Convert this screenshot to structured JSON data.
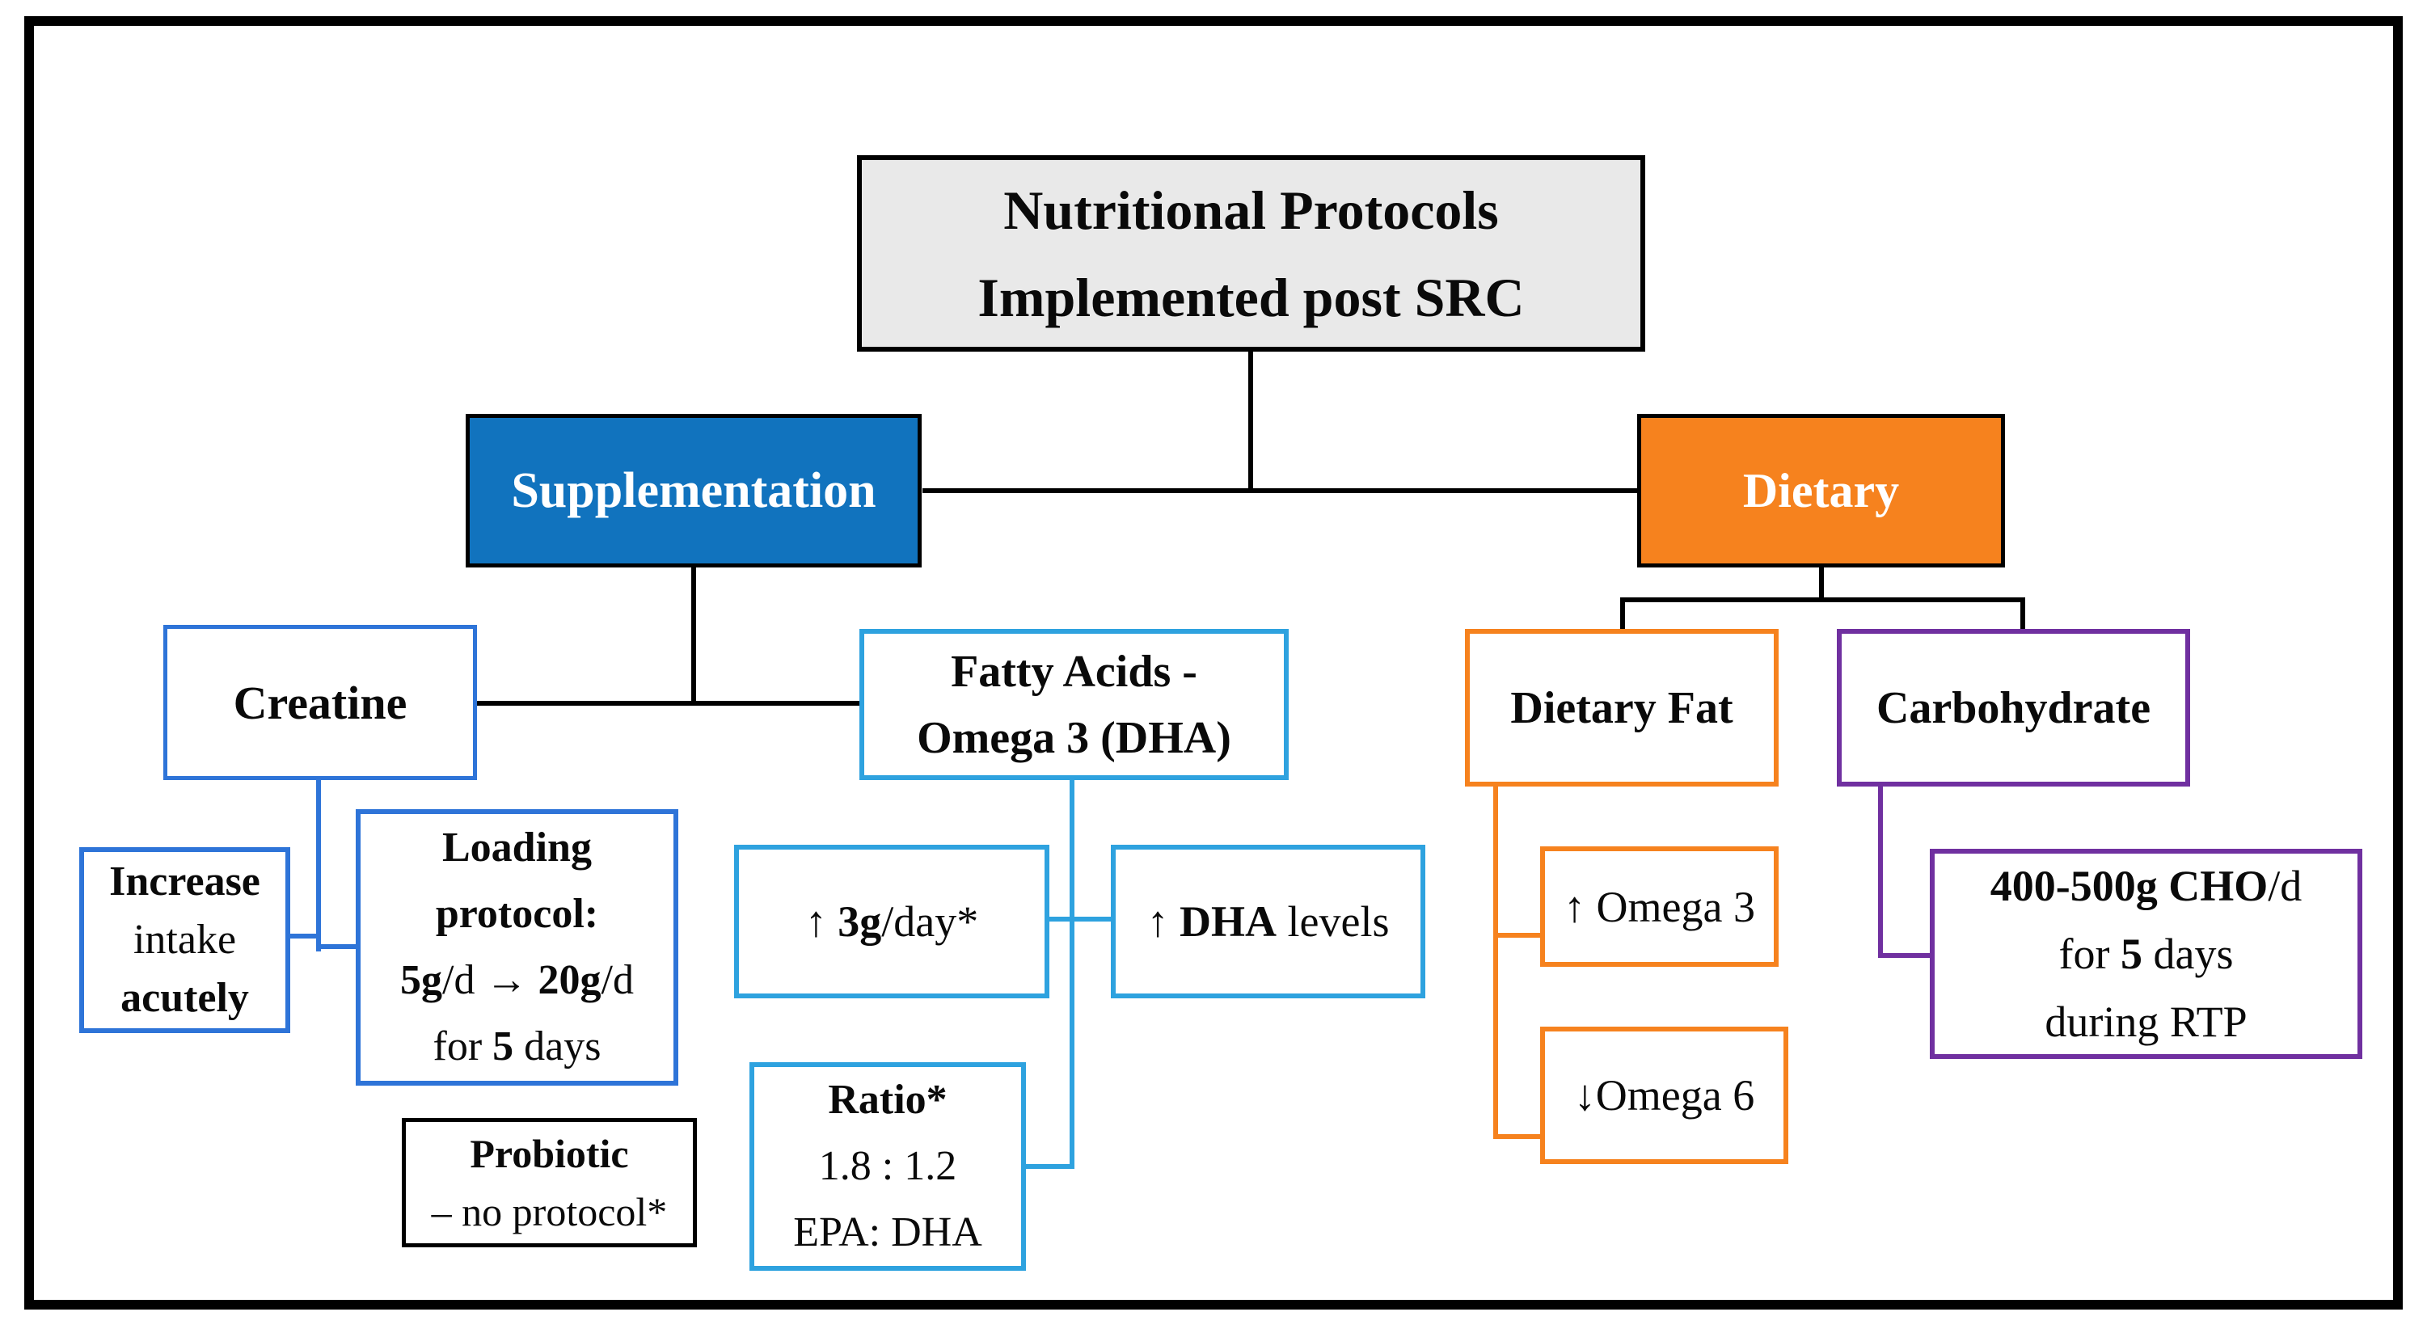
{
  "diagram_title": "Nutritional Protocols Implemented post SRC",
  "colors": {
    "blue": "#1173BE",
    "orange": "#F6821E",
    "creatine": "#2E74D8",
    "fatty": "#2EA2DF",
    "purple": "#7030A0",
    "grey": "#E9E9E9"
  },
  "nodes": {
    "root": {
      "line1": "Nutritional Protocols",
      "line2": "Implemented post SRC"
    },
    "supplementation": {
      "label": "Supplementation"
    },
    "dietary": {
      "label": "Dietary"
    },
    "creatine": {
      "label": "Creatine"
    },
    "fatty_acids": {
      "line1": "Fatty Acids -",
      "line2": "Omega 3 (DHA)"
    },
    "dietary_fat": {
      "label": "Dietary Fat"
    },
    "carbohydrate": {
      "label": "Carbohydrate"
    },
    "increase": {
      "line1": "Increase",
      "line2": "intake",
      "line3": "acutely"
    },
    "loading": {
      "line1": "Loading",
      "line2": "protocol:",
      "l3a": "5g",
      "l3b": "/d → ",
      "l3c": "20g",
      "l3d": "/d",
      "l4a": "for ",
      "l4b": "5",
      "l4c": " days"
    },
    "probiotic": {
      "line1": "Probiotic",
      "line2": "– no protocol*"
    },
    "dosage": {
      "a": "↑ ",
      "b": "3g",
      "c": "/day*"
    },
    "dha_levels": {
      "a": "↑ ",
      "b": "DHA",
      "c": " levels"
    },
    "ratio": {
      "line1": "Ratio*",
      "line2": "1.8 : 1.2",
      "line3": "EPA: DHA"
    },
    "omega3": {
      "label": "↑ Omega 3"
    },
    "omega6": {
      "label": "↓Omega 6"
    },
    "cho": {
      "l1a": "400-500g CHO",
      "l1b": "/d",
      "l2a": "for ",
      "l2b": "5",
      "l2c": " days",
      "line3": "during RTP"
    }
  }
}
